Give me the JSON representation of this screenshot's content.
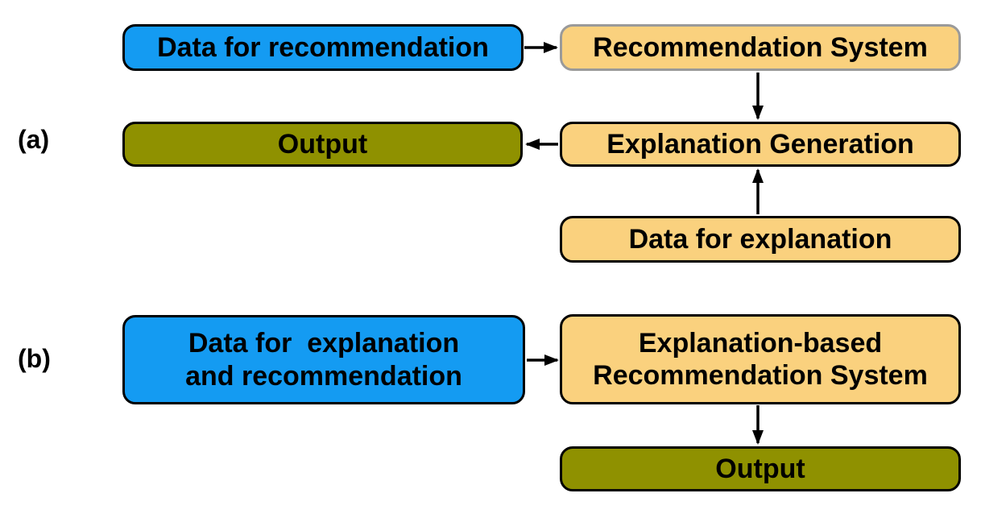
{
  "figure": {
    "background": "#FFFFFF",
    "section_a": {
      "label": "(a)",
      "nodes": {
        "data_for_recommendation": "Data for recommendation",
        "recommendation_system": "Recommendation System",
        "explanation_generation": "Explanation Generation",
        "output": "Output",
        "data_for_explanation": "Data for explanation"
      },
      "arrows": [
        "data_for_recommendation -> recommendation_system",
        "recommendation_system -> explanation_generation",
        "explanation_generation -> output",
        "data_for_explanation -> explanation_generation"
      ]
    },
    "section_b": {
      "label": "(b)",
      "nodes": {
        "data_for_explanation_and_recommendation": {
          "line1": "Data for  explanation",
          "line2": "and recommendation"
        },
        "explanation_based_recommendation_system": {
          "line1": "Explanation-based",
          "line2": "Recommendation System"
        },
        "output": "Output"
      },
      "arrows": [
        "data_for_explanation_and_recommendation -> explanation_based_recommendation_system",
        "explanation_based_recommendation_system -> output"
      ]
    },
    "colors": {
      "input_node_fill": "#149BF2",
      "process_node_fill": "#FAD17E",
      "output_node_fill": "#8F9100",
      "node_border": "#000000",
      "recommendation_system_border": "#9A9A9A",
      "arrow": "#000000",
      "text": "#000000"
    }
  }
}
